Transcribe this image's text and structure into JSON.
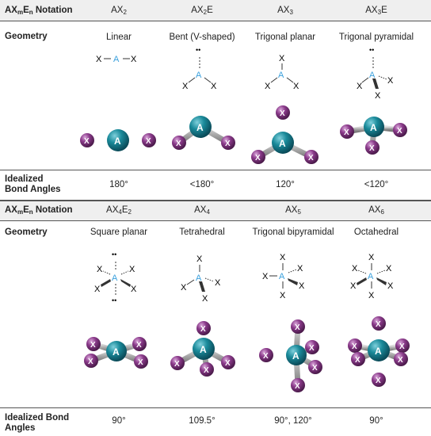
{
  "table1": {
    "notation_label": "AX",
    "notation_label_m": "m",
    "notation_label_e": "E",
    "notation_label_n": "n",
    "notation_label_tail": " Notation",
    "notations": [
      {
        "base": "AX",
        "sub": "2",
        "tail": ""
      },
      {
        "base": "AX",
        "sub": "2",
        "tail": "E"
      },
      {
        "base": "AX",
        "sub": "3",
        "tail": ""
      },
      {
        "base": "AX",
        "sub": "3",
        "tail": "E"
      }
    ],
    "geometry_label": "Geometry",
    "geometries": [
      "Linear",
      "Bent (V-shaped)",
      "Trigonal planar",
      "Trigonal pyramidal"
    ],
    "angle_label_line1": "Idealized",
    "angle_label_line2": "Bond Angles",
    "angles": [
      "180°",
      "<180°",
      "120°",
      "<120°"
    ]
  },
  "table2": {
    "notation_label": "AX",
    "notation_label_m": "m",
    "notation_label_e": "E",
    "notation_label_n": "n",
    "notation_label_tail": " Notation",
    "notations": [
      {
        "base": "AX",
        "sub": "4",
        "tail": "E",
        "tail_sub": "2"
      },
      {
        "base": "AX",
        "sub": "4",
        "tail": "",
        "tail_sub": ""
      },
      {
        "base": "AX",
        "sub": "5",
        "tail": "",
        "tail_sub": ""
      },
      {
        "base": "AX",
        "sub": "6",
        "tail": "",
        "tail_sub": ""
      }
    ],
    "geometry_label": "Geometry",
    "geometries": [
      "Square planar",
      "Tetrahedral",
      "Trigonal bipyramidal",
      "Octahedral"
    ],
    "angle_label_line1": "Idealized Bond",
    "angle_label_line2": "Angles",
    "angles": [
      "90°",
      "109.5°",
      "90°, 120°",
      "90°"
    ]
  },
  "atoms": {
    "central": "A",
    "ligand": "X",
    "lone_pair": "••"
  },
  "colors": {
    "central_atom": "#1a8a9a",
    "ligand_atom": "#8a3a8a",
    "central_letter": "#3aa0dd",
    "bond": "#a8a8a8",
    "header_bg": "#efefef",
    "rule": "#555555"
  }
}
